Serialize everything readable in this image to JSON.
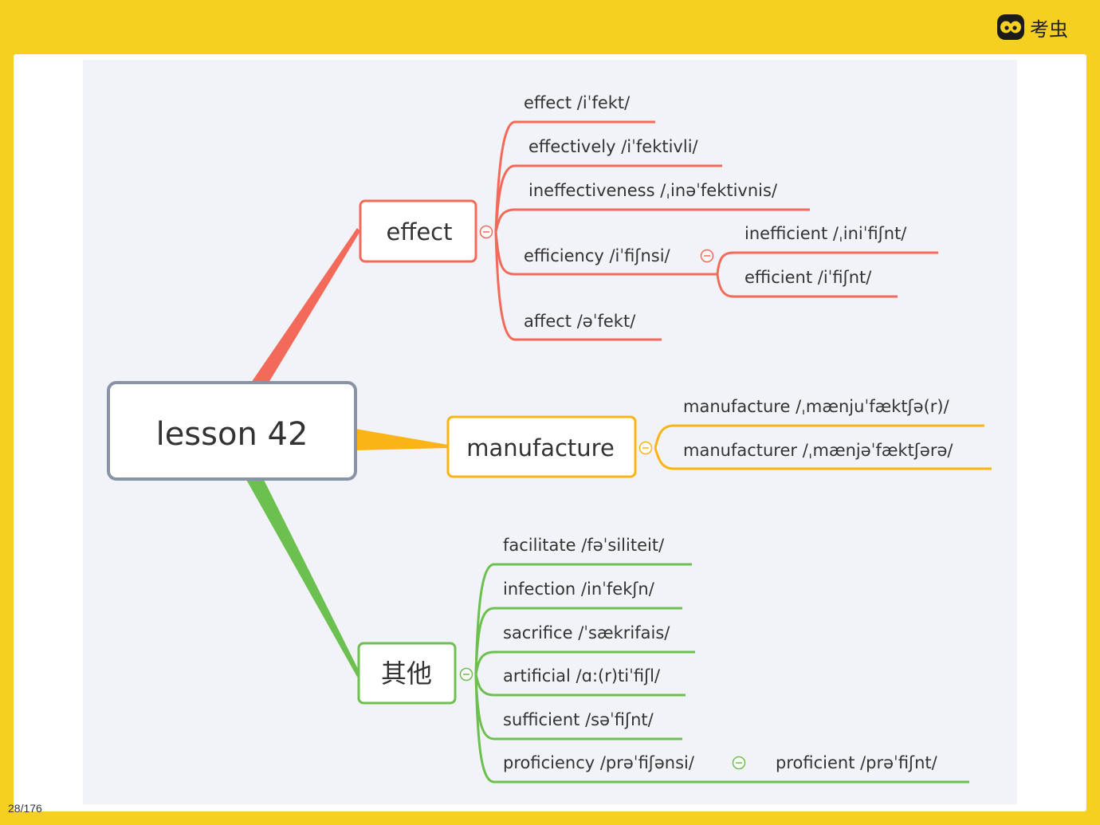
{
  "brand": {
    "name": "考虫",
    "icon": "bee-face-icon"
  },
  "page_indicator": "28/176",
  "colors": {
    "red": "#f46a5a",
    "orange": "#fbb415",
    "green": "#6cc04f",
    "root_border": "#8a93a6"
  },
  "mindmap": {
    "root": "lesson 42",
    "branches": [
      {
        "label": "effect",
        "items": [
          {
            "label": "effect /iˈfekt/"
          },
          {
            "label": "effectively /iˈfektivli/"
          },
          {
            "label": "ineffectiveness /ˌinəˈfektivnis/"
          },
          {
            "label": "efficiency /iˈfiʃnsi/",
            "children": [
              "inefficient /ˌiniˈfiʃnt/",
              "efficient /iˈfiʃnt/"
            ]
          },
          {
            "label": "affect /əˈfekt/"
          }
        ]
      },
      {
        "label": "manufacture",
        "items": [
          {
            "label": "manufacture /ˌmænjuˈfæktʃə(r)/"
          },
          {
            "label": "manufacturer /ˌmænjəˈfæktʃərə/"
          }
        ]
      },
      {
        "label": "其他",
        "items": [
          {
            "label": "facilitate /fəˈsiliteit/"
          },
          {
            "label": "infection /inˈfekʃn/"
          },
          {
            "label": "sacrifice /ˈsækrifais/"
          },
          {
            "label": "artificial /ɑ:(r)tiˈfiʃl/"
          },
          {
            "label": "sufficient /səˈfiʃnt/"
          },
          {
            "label": "proficiency /prəˈfiʃənsi/",
            "children": [
              "proficient /prəˈfiʃnt/"
            ]
          }
        ]
      }
    ]
  }
}
